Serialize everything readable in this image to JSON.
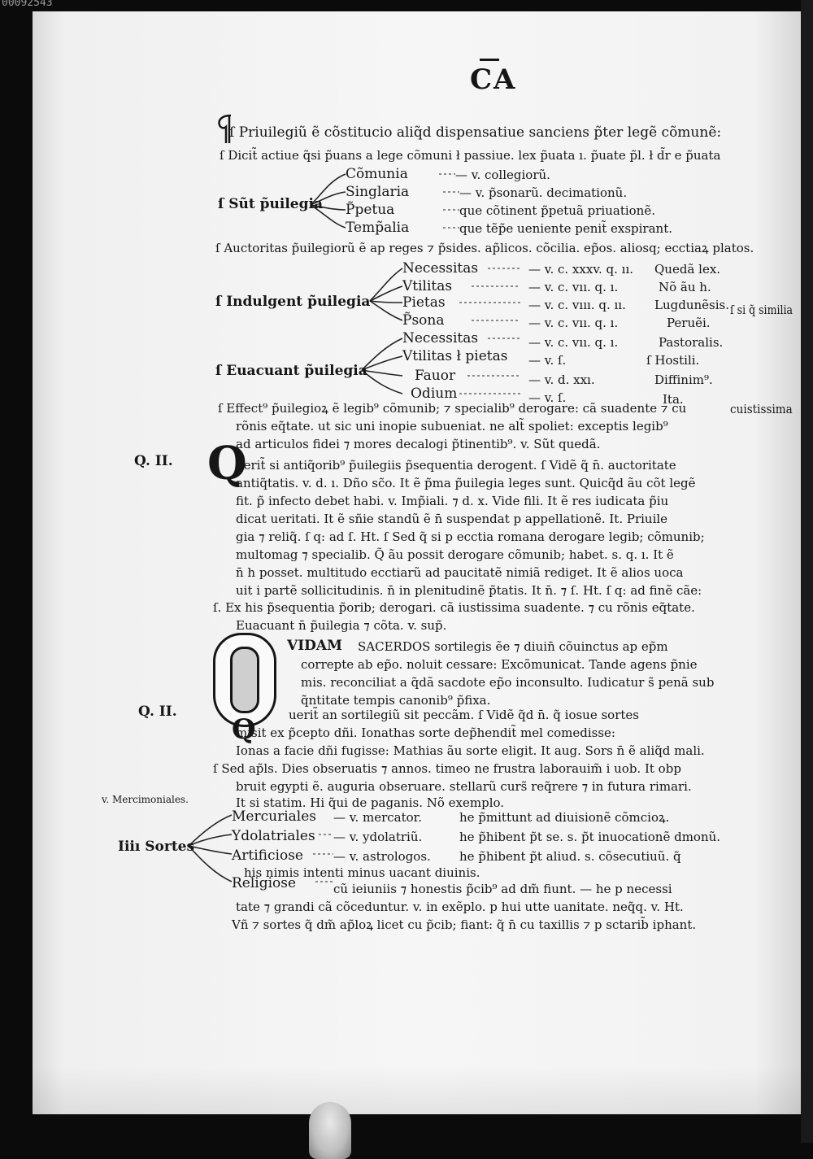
{
  "scan_id": "00092543",
  "heading": "CA",
  "lines": [
    "ſ Priuilegiũ ẽ cõstitucio aliq̃d dispensatiue sanciens p̃ter legẽ cõmunẽ:",
    "ſ Dicit̃ actiue q̃si p̃uans a lege cõmuni ł passiue. lex p̃uata ı. p̃uate p̃l. ł d̃r e p̃uata",
    "Cõmunia",
    "— v. collegiorũ.",
    "ſ Sũt p̃uilegia",
    "Singlaria",
    "— v. p̃sonarũ. decimationũ.",
    "P̃petua",
    "que cõtinent p̃petuã priuationẽ.",
    "Temp̃alia",
    "que tẽp̃e ueniente penit̃ exspirant.",
    "ſ Auctoritas p̃uilegiorũ ẽ ap reges ⁊ p̃sides. ap̃licos. cõcilia. ep̃os. aliosq; ecctiaꝝ platos.",
    "Necessitas",
    "— v. c. xxxv. q. ıı.",
    "Quedã lex.",
    "Vtilitas",
    "— v. c. vıı. q. ı.",
    "Nõ ãu h.",
    "ſ Indulgent p̃uilegia",
    "Pietas",
    "— v. c. vııı. q. ıı.",
    "Lugdunẽsis.",
    "ſ si q̃ similia",
    "P̃sona",
    "— v. c. vıı. q. ı.",
    "Peruẽi.",
    "Necessitas",
    "— v. c. vıı. q. ı.",
    "Pastoralis.",
    "Vtilitas ł pietas",
    "— v. ſ.",
    "ſ Hostili.",
    "ſ Euacuant p̃uilegia",
    "Fauor",
    "— v. d. xxı.",
    "Diffinim⁹.",
    "Odium",
    "— v. ſ.",
    "Ita.",
    "ſ Effect⁹ p̃uilegioꝝ ẽ legib⁹ cõmunib; ⁊ specialib⁹ derogare: cã suadente ⁊ cu",
    "cuistissima",
    "rõnis eq̃tate. ut sic uni inopie subueniat. ne alt̃ spoliet: exceptis legib⁹",
    "ad articulos fidei ⁊ mores decalogi p̃tinentib⁹. v. Sũt quedã.",
    "Q. II.",
    "Q",
    "uerit̃ si antiq̃orib⁹ p̃uilegiis p̃sequentia derogent. ſ Vidẽ q̃ n̄. auctoritate",
    "antiq̃tatis. v. d. ı. Dño sc̃o. It ẽ p̃ma p̃uilegia leges sunt. Quicq̃d ãu cõt legẽ",
    "fit. p̃ infecto debet habi. v. Imp̃iali. ⁊ d. x. Vide fili. It ẽ res iudicata p̃iu",
    "dicat ueritati. It ẽ sñie standũ ẽ n̄ suspendat p appellationẽ. It. Priuile",
    "gia ⁊ reliq̃. ſ q: ad ſ. Ht. ſ Sed q̃ si p ecctia romana derogare legib; cõmunib;",
    "multomag ⁊ specialib. Q̃ ãu possit derogare cõmunib; habet. s. q. ı. It ẽ",
    "n̄ h posset. multitudo ecctiarũ ad paucitatẽ nimiã rediget. It ẽ alios uoca",
    "uit i partẽ sollicitudinis. n̄ in plenitudinẽ p̃tatis. It n̄. ⁊ ſ. Ht. ſ q: ad finẽ cãe:",
    "ſ. Ex his p̃sequentia p̃orib; derogari. cã iustissima suadente. ⁊ cu rõnis eq̃tate.",
    "Euacuant n̄ p̃uilegia ⁊ cõta. v. sup̃.",
    "VIDAM",
    "SACERDOS sortilegis ẽe ⁊ diuin̄ cõuinctus ap ep̃m",
    "correpte ab ep̃o. noluit cessare: Excõmunicat. Tande agens p̃nie",
    "mis. reconciliat a q̃dã sacdote ep̃o inconsulto. Iudicatur s̃ penã sub",
    "q̃ntitate tempis canonib⁹ p̃fixa.",
    "Q. II.",
    "uerit̃ an sortilegiũ sit peccãm. ſ Vidẽ q̃d n̄. q̃ iosue sortes",
    "misit ex p̃cepto dñi. Ionathas sorte dep̃hendit̃ mel comedisse:",
    "Ionas a facie dñi fugisse: Mathias ãu sorte eligit. It aug. Sors n̄ ẽ aliq̃d mali.",
    "ſ Sed ap̃ls. Dies obseruatis ⁊ annos. timeo ne frustra laborauim̃ i uob. It obp",
    "bruit egypti ẽ. auguria obseruare. stellarũ curs̃ req̃rere ⁊ in futura rimari.",
    "It si statim. Hi q̃ui de paganis. Nõ exemplo.",
    "v. Mercimoniales.",
    "Mercuriales",
    "— v. mercator.",
    "he p̃mittunt ad diuisionẽ cõmcioꝝ.",
    "Ydolatriales",
    "— v. ydolatriũ.",
    "he p̃hibent p̃t se. s. p̃t inuocationẽ dmonũ.",
    "Iiiı Sortes",
    "Artificiose",
    "— v. astrologos.",
    "he p̃hibent p̃t aliud. s. cõsecutiuũ. q̃",
    "his nimis intenti minus uacant diuinis.",
    "Religiose",
    "cũ ieiuniis ⁊ honestis p̃cib⁹ ad dm̃ fiunt. — he p necessi",
    "tate ⁊ grandi cã cõceduntur. v. in exẽplo. p hui utte uanitate. neq̃q. v. Ht.",
    "Vñ ⁊ sortes q̃ dm̃ ap̃loꝝ licet cu p̃cib; fiant: q̃ n̄ cu taxillis ⁊ p sctarib̃ iphant."
  ]
}
